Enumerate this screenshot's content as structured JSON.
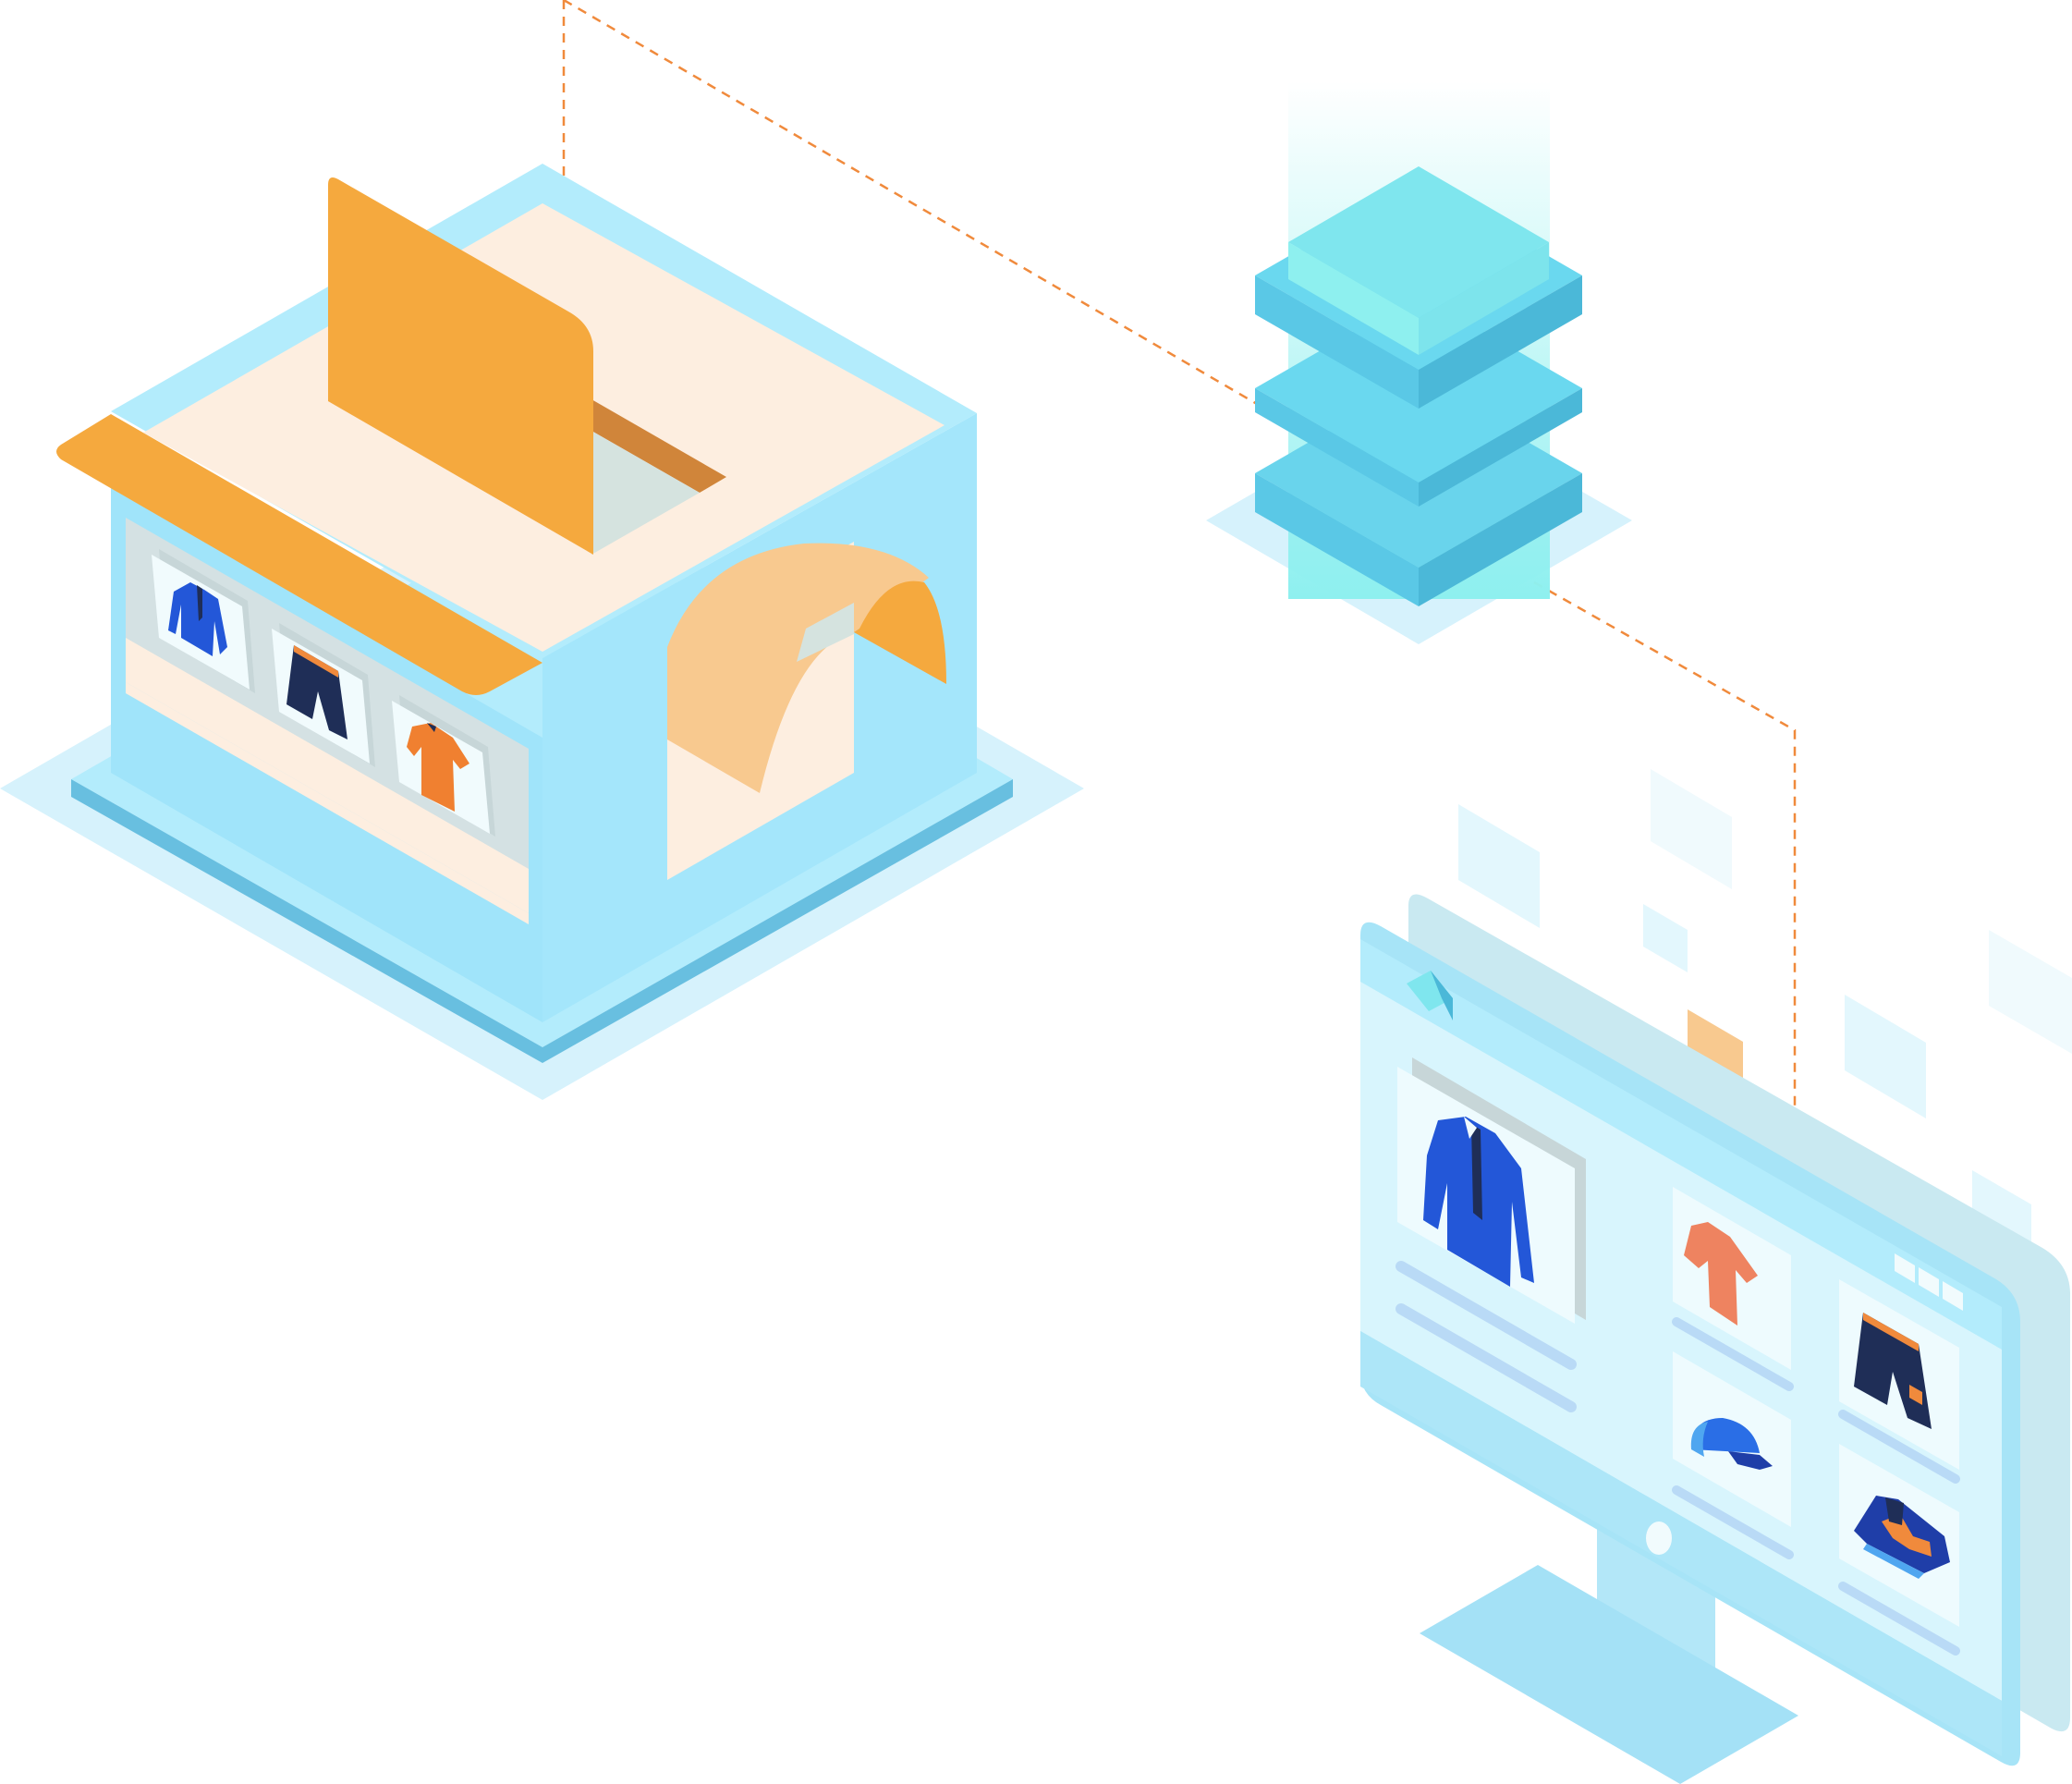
{
  "illustration": {
    "colors": {
      "background": "#ffffff",
      "shadow": "#d6f2fc",
      "light_blue": "#a0e4fa",
      "pale_blue": "#b3ecfc",
      "mid_blue": "#68bfe0",
      "cream": "#fdeee0",
      "orange": "#f5a93e",
      "orange_dark": "#d0853a",
      "orange_light": "#f8c98f",
      "cyan_top": "#7fe6ee",
      "cyan_side": "#4bb8d8",
      "cyan_face": "#69d4ec",
      "dashed_line": "#f08a3c",
      "royal_blue": "#2357d8",
      "navy": "#1f2e57",
      "tshirt_orange": "#f08030",
      "tshirt_salmon": "#ee8360"
    },
    "shop": {
      "window_items": [
        "shirt-icon",
        "shorts-icon",
        "tshirt-icon"
      ]
    },
    "server": {
      "layers": 3
    },
    "monitor": {
      "window_controls": 3,
      "items": [
        "shirt-icon",
        "tshirt-icon",
        "shorts-icon",
        "cap-icon",
        "sneakers-icon"
      ]
    },
    "floating_tiles": 7
  }
}
